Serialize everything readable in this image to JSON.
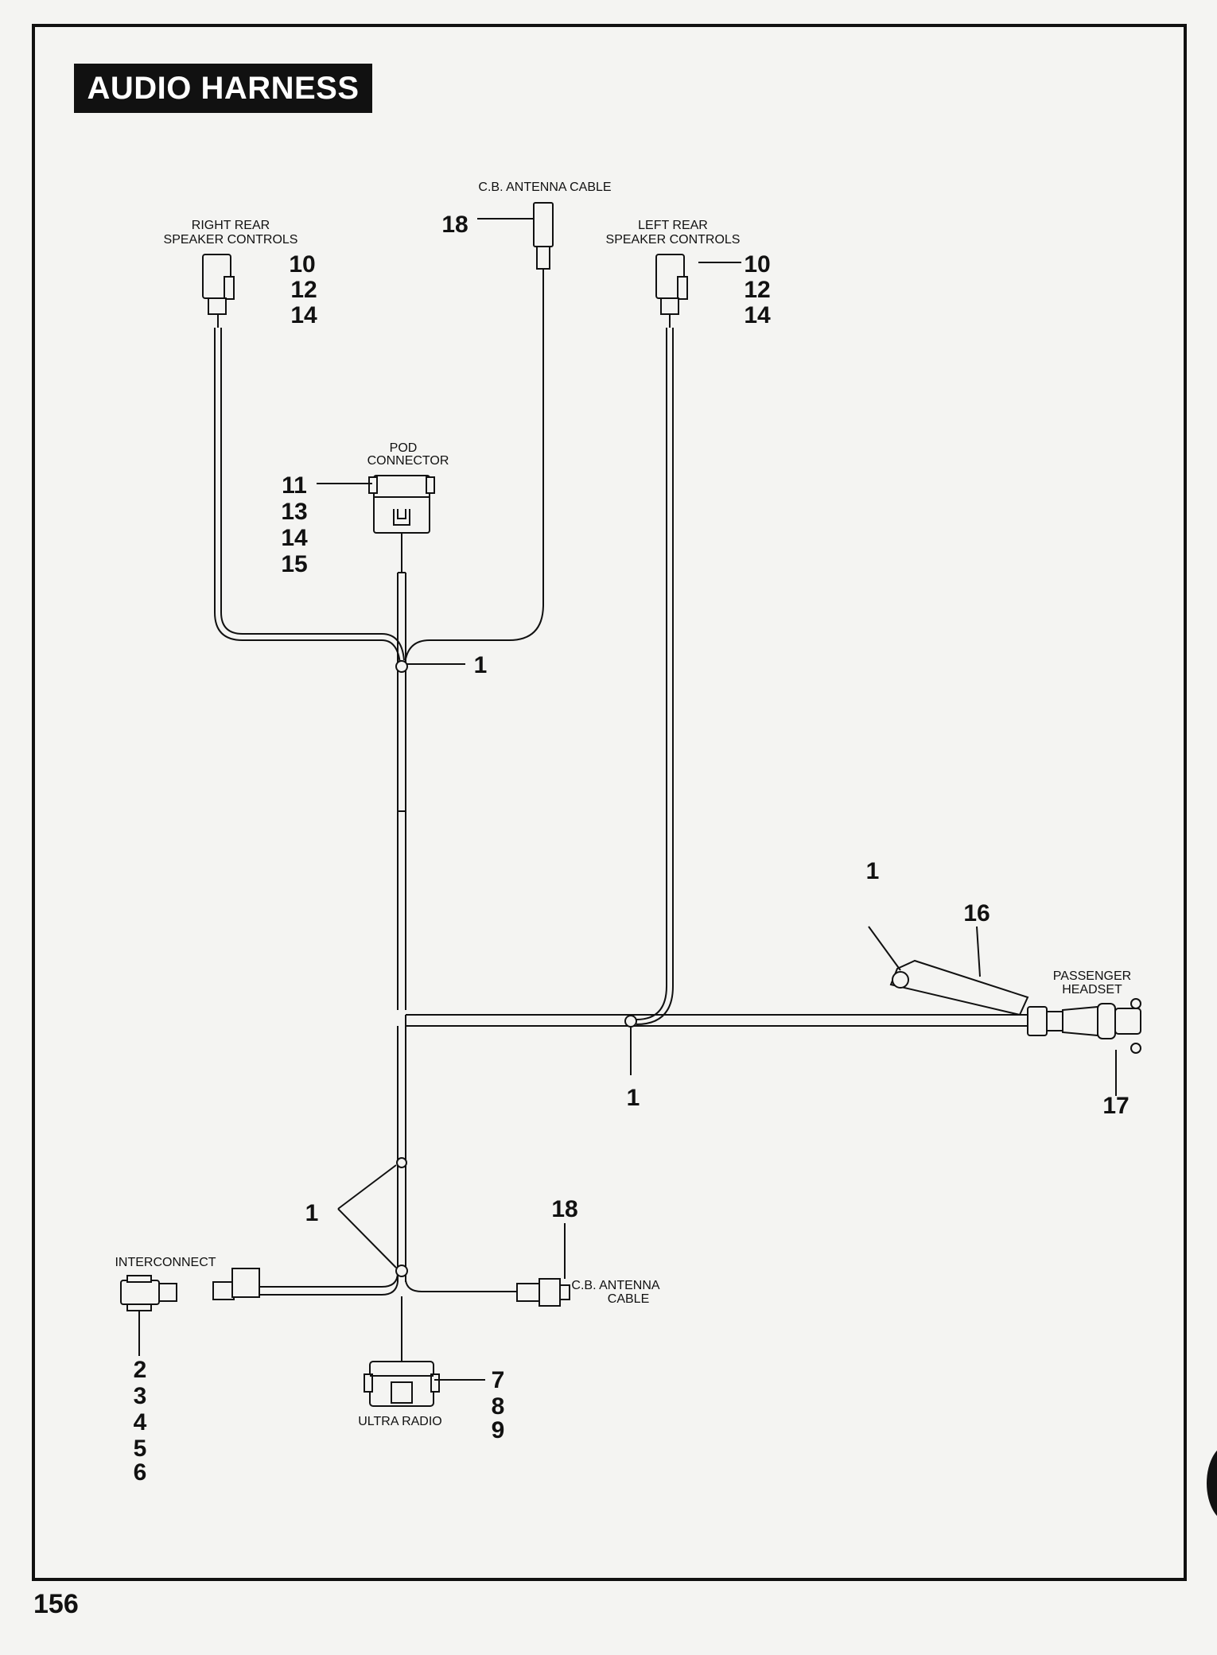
{
  "title": "AUDIO HARNESS",
  "page_number": "156",
  "labels": {
    "right_rear_1": "RIGHT REAR",
    "right_rear_2": "SPEAKER CONTROLS",
    "left_rear_1": "LEFT REAR",
    "left_rear_2": "SPEAKER CONTROLS",
    "cb_top": "C.B. ANTENNA CABLE",
    "pod_1": "POD",
    "pod_2": "CONNECTOR",
    "passenger_1": "PASSENGER",
    "passenger_2": "HEADSET",
    "interconnect": "INTERCONNECT",
    "cb_bottom_1": "C.B. ANTENNA",
    "cb_bottom_2": "CABLE",
    "ultra_radio": "ULTRA RADIO"
  },
  "callouts": {
    "right_rear": [
      "10",
      "12",
      "14"
    ],
    "left_rear": [
      "10",
      "12",
      "14"
    ],
    "cb_top": "18",
    "pod": [
      "11",
      "13",
      "14",
      "15"
    ],
    "clip_upper": "1",
    "clip_diag": "1",
    "clip_mid": "1",
    "clip_pair": "1",
    "sleeve": "16",
    "passenger": "17",
    "cb_bottom": "18",
    "interconnect": [
      "2",
      "3",
      "4",
      "5",
      "6"
    ],
    "ultra_radio": [
      "7",
      "8",
      "9"
    ]
  }
}
